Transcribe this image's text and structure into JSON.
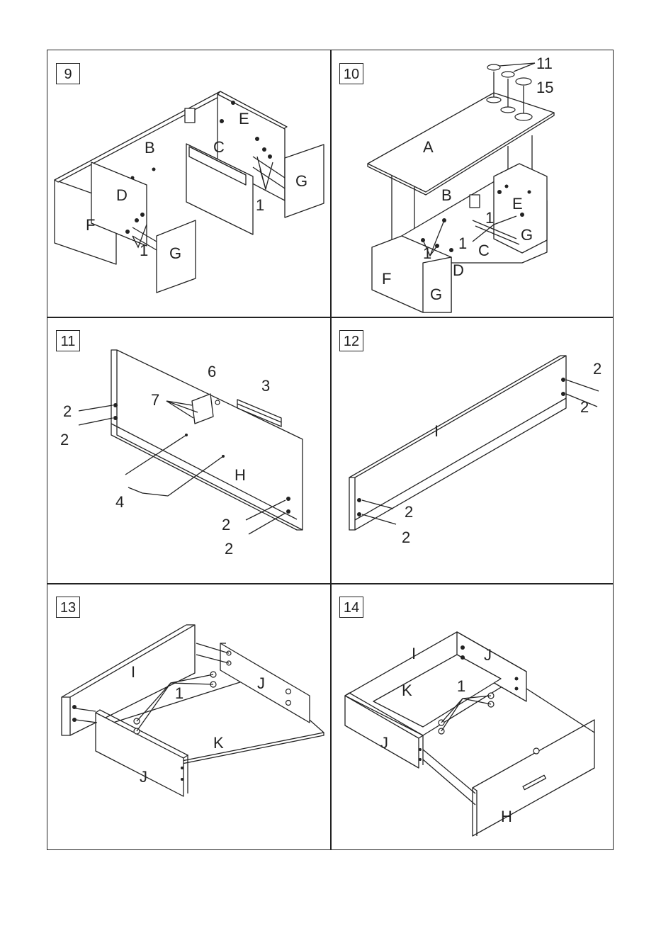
{
  "steps": [
    {
      "number": "9",
      "labels": {
        "part_b": "B",
        "part_c": "C",
        "part_d": "D",
        "part_e": "E",
        "part_f": "F",
        "part_g_left": "G",
        "part_g_right": "G",
        "fitting_1a": "1",
        "fitting_1b": "1"
      }
    },
    {
      "number": "10",
      "labels": {
        "part_a": "A",
        "part_b": "B",
        "part_c": "C",
        "part_d": "D",
        "part_e": "E",
        "part_f": "F",
        "part_g_left": "G",
        "part_g_right": "G",
        "fitting_1a": "1",
        "fitting_1b": "1",
        "fitting_1c": "1",
        "fitting_11": "11",
        "fitting_15": "15"
      }
    },
    {
      "number": "11",
      "labels": {
        "part_h": "H",
        "fitting_2a": "2",
        "fitting_2b": "2",
        "fitting_2c": "2",
        "fitting_2d": "2",
        "fitting_3": "3",
        "fitting_4": "4",
        "fitting_6": "6",
        "fitting_7": "7"
      }
    },
    {
      "number": "12",
      "labels": {
        "part_i": "I",
        "fitting_2a": "2",
        "fitting_2b": "2",
        "fitting_2c": "2",
        "fitting_2d": "2"
      }
    },
    {
      "number": "13",
      "labels": {
        "part_i": "I",
        "part_j_front": "J",
        "part_j_back": "J",
        "part_k": "K",
        "fitting_1": "1"
      }
    },
    {
      "number": "14",
      "labels": {
        "part_i": "I",
        "part_j_left": "J",
        "part_j_right": "J",
        "part_k": "K",
        "part_h": "H",
        "fitting_1": "1"
      }
    }
  ]
}
